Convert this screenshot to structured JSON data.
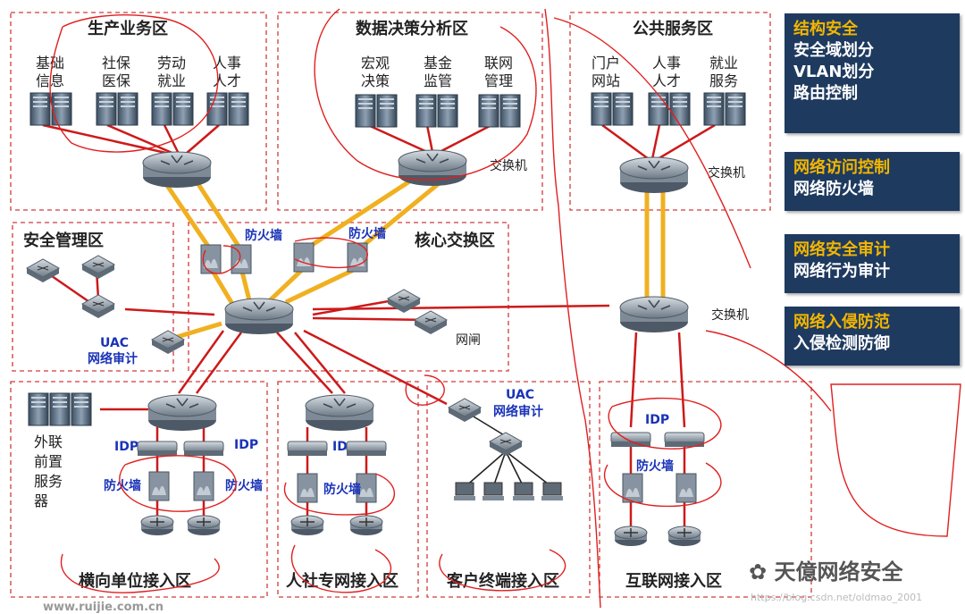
{
  "zones": {
    "production": {
      "title": "生产业务区",
      "servers": [
        [
          "基础",
          "信息"
        ],
        [
          "社保",
          "医保"
        ],
        [
          "劳动",
          "就业"
        ],
        [
          "人事",
          "人才"
        ]
      ]
    },
    "decision": {
      "title": "数据决策分析区",
      "servers": [
        [
          "宏观",
          "决策"
        ],
        [
          "基金",
          "监管"
        ],
        [
          "联网",
          "管理"
        ]
      ],
      "switch_label": "交换机"
    },
    "public": {
      "title": "公共服务区",
      "servers": [
        [
          "门户",
          "网站"
        ],
        [
          "人事",
          "人才"
        ],
        [
          "就业",
          "服务"
        ]
      ],
      "switch_label": "交换机"
    },
    "security_mgmt": {
      "title": "安全管理区",
      "uac": "UAC",
      "audit": "网络审计"
    },
    "core": {
      "title": "核心交换区",
      "fw_left": "防火墙",
      "fw_right": "防火墙",
      "gate": "网闸"
    },
    "lateral": {
      "title": "横向单位接入区",
      "idp_left": "IDP",
      "idp_right": "IDP",
      "fw_left": "防火墙",
      "fw_right": "防火墙",
      "ext_server": [
        "外联",
        "前置",
        "服务",
        "器"
      ]
    },
    "hrss": {
      "title": "人社专网接入区",
      "idp": "IDP",
      "fw": "防火墙"
    },
    "client": {
      "title": "客户终端接入区",
      "uac": "UAC",
      "audit": "网络审计"
    },
    "internet": {
      "title": "互联网接入区",
      "idp": "IDP",
      "fw": "防火墙",
      "switch_label": "交换机"
    }
  },
  "side_panel": [
    {
      "title": "结构安全",
      "lines": [
        "安全域划分",
        "VLAN划分",
        "路由控制"
      ]
    },
    {
      "title": "网络访问控制",
      "lines": [
        "网络防火墙"
      ]
    },
    {
      "title": "网络安全审计",
      "lines": [
        "网络行为审计"
      ]
    },
    {
      "title": "网络入侵防范",
      "lines": [
        "入侵检测防御"
      ]
    }
  ],
  "watermark": "天億网络安全",
  "watermark_url": "https://blog.csdn.net/oldmao_2001",
  "footer_url": "www.ruijie.com.cn",
  "colors": {
    "zone_border": "#d23a3a",
    "link_red": "#cc1a1a",
    "link_orange": "#f0b020",
    "side_bg": "#1f3a5f",
    "side_title": "#f2b600"
  }
}
